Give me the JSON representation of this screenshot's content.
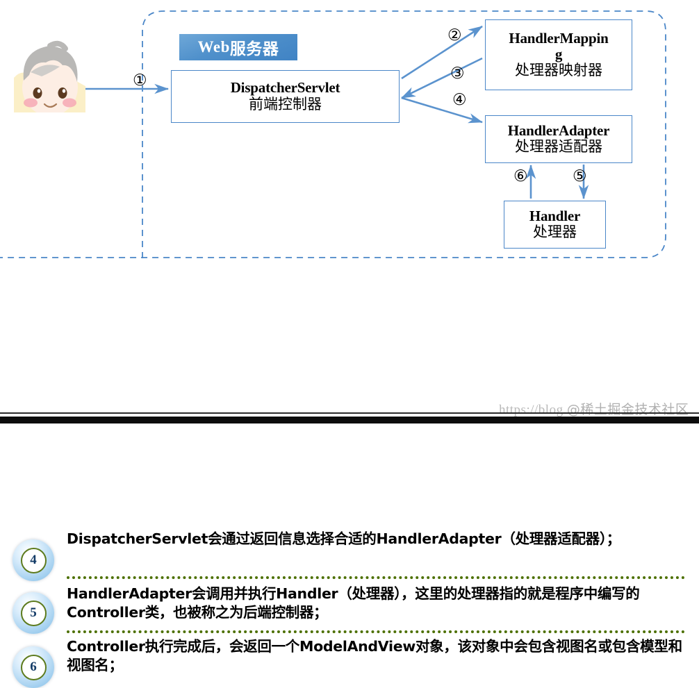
{
  "diagram": {
    "container_label": "web-server-boundary",
    "banner": {
      "en": "Web",
      "cn": "服务器"
    },
    "nodes": [
      {
        "id": "dispatcher",
        "en": "DispatcherServlet",
        "cn": "前端控制器"
      },
      {
        "id": "handler-mapping",
        "en_line1": "HandlerMappin",
        "en_line2": "g",
        "cn": "处理器映射器"
      },
      {
        "id": "handler-adapter",
        "en": "HandlerAdapter",
        "cn": "处理器适配器"
      },
      {
        "id": "handler",
        "en": "Handler",
        "cn": "处理器"
      }
    ],
    "arrow_labels": {
      "one": "①",
      "two": "②",
      "three": "③",
      "four": "④",
      "five": "⑤",
      "six": "⑥"
    },
    "colors": {
      "border": "#4a86c8",
      "arrow": "#5b93ce",
      "banner_blue": "#4f90cb",
      "dashed_boundary": "#4a86c8"
    }
  },
  "steps": [
    {
      "number": "4",
      "text": "DispatcherServlet会通过返回信息选择合适的HandlerAdapter（处理器适配器）；"
    },
    {
      "number": "5",
      "text": "HandlerAdapter会调用并执行Handler（处理器），这里的处理器指的就是程序中编写的Controller类，也被称之为后端控制器；"
    },
    {
      "number": "6",
      "text": "Controller执行完成后，会返回一个ModelAndView对象，该对象中会包含视图名或包含模型和视图名；"
    }
  ],
  "watermark": {
    "url": "https://blog.",
    "handle": "@稀土掘金技术社区"
  }
}
